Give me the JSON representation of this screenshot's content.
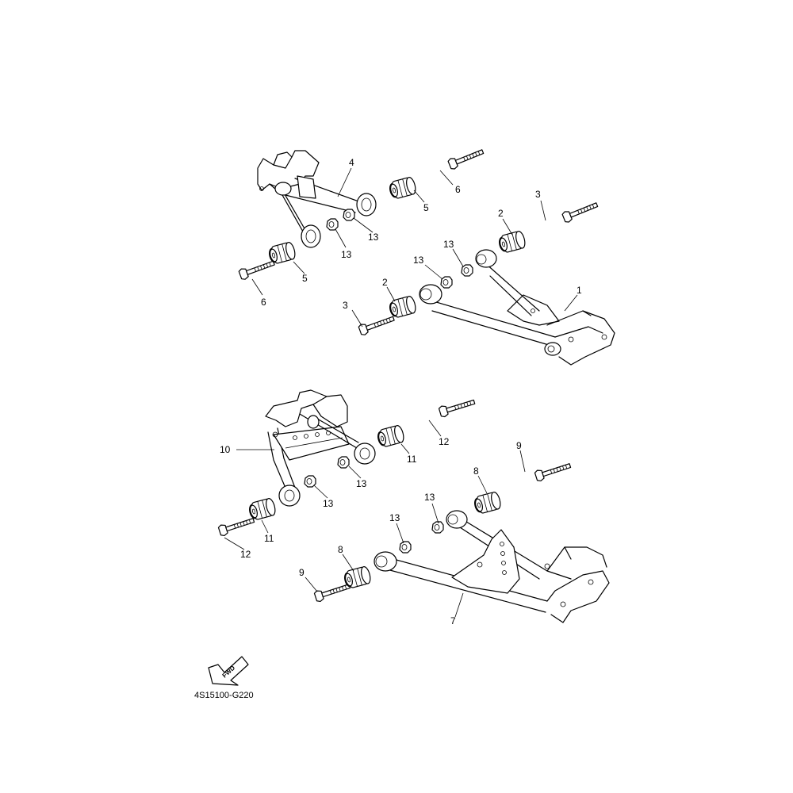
{
  "diagram": {
    "part_code": "4S15100-G220",
    "fwd_label": "FWD",
    "labels": {
      "l1": "1",
      "l2a": "2",
      "l2b": "2",
      "l3a": "3",
      "l3b": "3",
      "l4": "4",
      "l5a": "5",
      "l5b": "5",
      "l6a": "6",
      "l6b": "6",
      "l7": "7",
      "l8a": "8",
      "l8b": "8",
      "l9a": "9",
      "l9b": "9",
      "l10": "10",
      "l11a": "11",
      "l11b": "11",
      "l12a": "12",
      "l12b": "12",
      "l13a": "13",
      "l13b": "13",
      "l13c": "13",
      "l13d": "13",
      "l13e": "13",
      "l13f": "13",
      "l13g": "13",
      "l13h": "13"
    }
  }
}
